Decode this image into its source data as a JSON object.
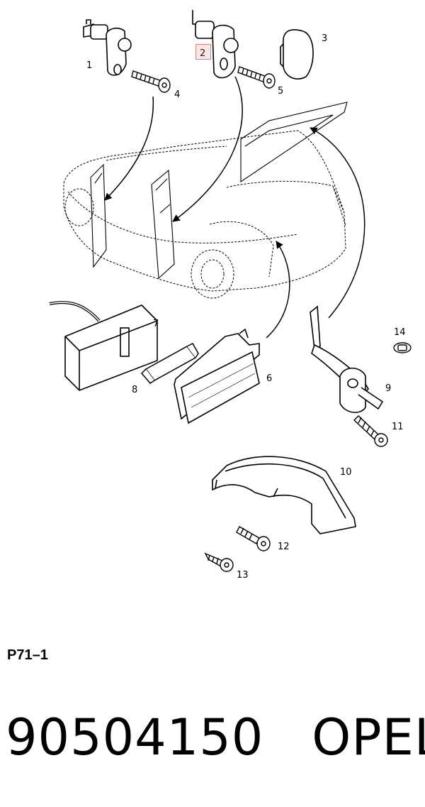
{
  "diagram": {
    "highlight_color": "#e08080",
    "callouts": [
      "1",
      "2",
      "3",
      "4",
      "5",
      "6",
      "7",
      "8",
      "9",
      "10",
      "11",
      "12",
      "13",
      "14"
    ],
    "highlighted_callout": "2",
    "icons": [
      "door-switch",
      "door-switch-highlighted",
      "switch-cap",
      "screw",
      "screw",
      "hatchback-car",
      "tailgate-light",
      "boot-light",
      "bulb",
      "light-bracket",
      "screw",
      "reinforcement-bracket",
      "screw",
      "self-tapping-screw",
      "clip"
    ]
  },
  "footer": {
    "diagram_code": "P71–1",
    "part_number": "90504150",
    "brand": "OPEL"
  }
}
